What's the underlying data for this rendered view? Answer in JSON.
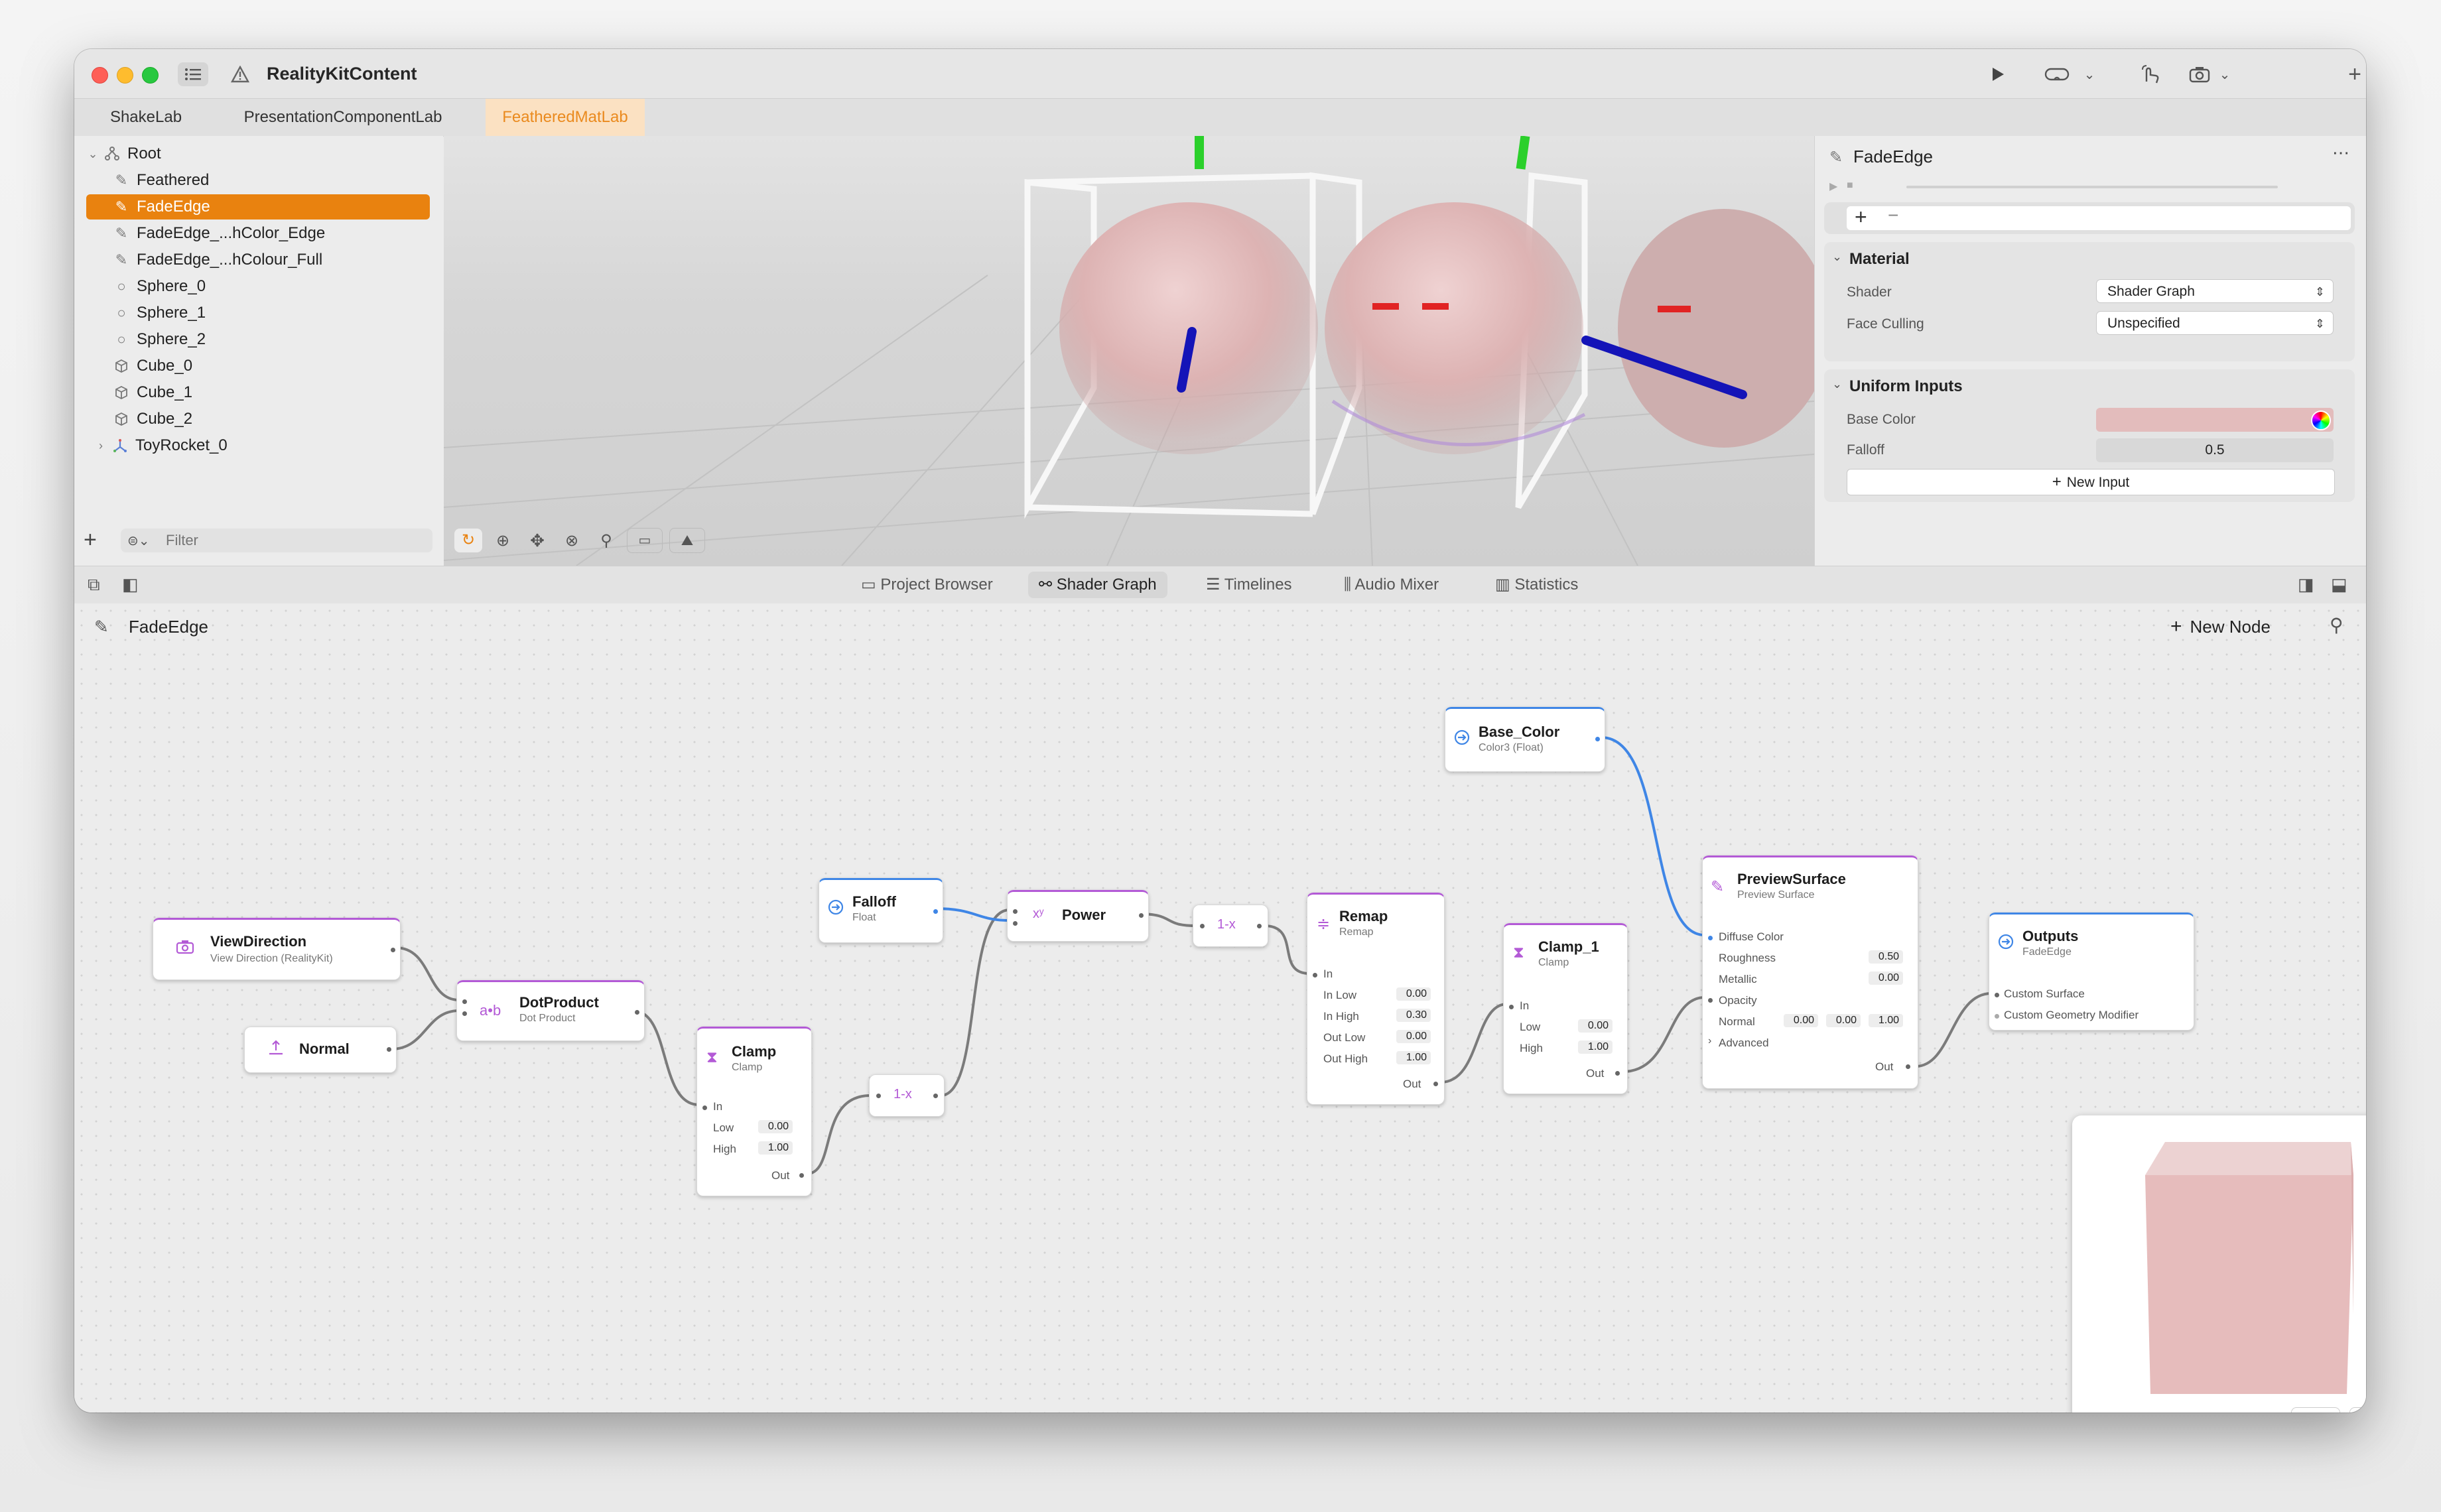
{
  "window": {
    "title": "RealityKitContent",
    "toolbar_icons": [
      "sidebar-list-icon",
      "warning-triangle-icon",
      "play-icon",
      "headset-icon",
      "chevron-down-icon",
      "gesture-icon",
      "camera-icon",
      "chevron-down-icon",
      "plus-icon",
      "inspector-toggle-icon"
    ]
  },
  "tabs": [
    {
      "label": "ShakeLab",
      "active": false
    },
    {
      "label": "PresentationComponentLab",
      "active": false
    },
    {
      "label": "FeatheredMatLab",
      "active": true
    }
  ],
  "hierarchy": {
    "items": [
      {
        "label": "Root",
        "icon": "group-icon",
        "indent": 0,
        "disclosure": "expanded"
      },
      {
        "label": "Feathered",
        "icon": "brush-icon",
        "indent": 1
      },
      {
        "label": "FadeEdge",
        "icon": "brush-icon",
        "indent": 1,
        "selected": true
      },
      {
        "label": "FadeEdge_...hColor_Edge",
        "icon": "brush-icon",
        "indent": 1
      },
      {
        "label": "FadeEdge_...hColour_Full",
        "icon": "brush-icon",
        "indent": 1
      },
      {
        "label": "Sphere_0",
        "icon": "sphere-icon",
        "indent": 1
      },
      {
        "label": "Sphere_1",
        "icon": "sphere-icon",
        "indent": 1
      },
      {
        "label": "Sphere_2",
        "icon": "sphere-icon",
        "indent": 1
      },
      {
        "label": "Cube_0",
        "icon": "cube-icon",
        "indent": 1
      },
      {
        "label": "Cube_1",
        "icon": "cube-icon",
        "indent": 1
      },
      {
        "label": "Cube_2",
        "icon": "cube-icon",
        "indent": 1
      },
      {
        "label": "ToyRocket_0",
        "icon": "rocket-icon",
        "indent": 1,
        "disclosure": "collapsed"
      }
    ],
    "filter_placeholder": "Filter"
  },
  "inspector": {
    "title": "FadeEdge",
    "material_header": "Material",
    "shader_label": "Shader",
    "shader_value": "Shader Graph",
    "culling_label": "Face Culling",
    "culling_value": "Unspecified",
    "uniform_header": "Uniform Inputs",
    "base_color_label": "Base Color",
    "base_color_swatch": "#e3bcbc",
    "falloff_label": "Falloff",
    "falloff_value": "0.5",
    "new_input_label": "New Input"
  },
  "bottom_tabs": [
    {
      "label": "Project Browser",
      "icon": "folder-icon",
      "active": false
    },
    {
      "label": "Shader Graph",
      "icon": "graph-icon",
      "active": true
    },
    {
      "label": "Timelines",
      "icon": "timeline-icon",
      "active": false
    },
    {
      "label": "Audio Mixer",
      "icon": "mixer-icon",
      "active": false
    },
    {
      "label": "Statistics",
      "icon": "stats-icon",
      "active": false
    }
  ],
  "graph": {
    "title": "FadeEdge",
    "new_node_label": "New Node",
    "nodes": {
      "view_direction": {
        "title": "ViewDirection",
        "subtitle": "View Direction (RealityKit)"
      },
      "normal": {
        "title": "Normal"
      },
      "dot_product": {
        "title": "DotProduct",
        "subtitle": "Dot Product",
        "icon_text": "a•b"
      },
      "clamp": {
        "title": "Clamp",
        "subtitle": "Clamp",
        "in": "In",
        "low": "Low",
        "low_val": "0.00",
        "high": "High",
        "high_val": "1.00",
        "out": "Out"
      },
      "one_minus_a": {
        "title": "1-x"
      },
      "falloff": {
        "title": "Falloff",
        "subtitle": "Float"
      },
      "power": {
        "title": "Power"
      },
      "one_minus_b": {
        "title": "1-x"
      },
      "remap": {
        "title": "Remap",
        "subtitle": "Remap",
        "in": "In",
        "in_low": "In Low",
        "in_low_val": "0.00",
        "in_high": "In High",
        "in_high_val": "0.30",
        "out_low": "Out Low",
        "out_low_val": "0.00",
        "out_high": "Out High",
        "out_high_val": "1.00",
        "out": "Out"
      },
      "clamp_1": {
        "title": "Clamp_1",
        "subtitle": "Clamp",
        "in": "In",
        "low": "Low",
        "low_val": "0.00",
        "high": "High",
        "high_val": "1.00",
        "out": "Out"
      },
      "base_color": {
        "title": "Base_Color",
        "subtitle": "Color3 (Float)"
      },
      "preview_surface": {
        "title": "PreviewSurface",
        "subtitle": "Preview Surface",
        "diffuse": "Diffuse Color",
        "roughness": "Roughness",
        "roughness_val": "0.50",
        "metallic": "Metallic",
        "metallic_val": "0.00",
        "opacity": "Opacity",
        "normal": "Normal",
        "normal_x": "0.00",
        "normal_y": "0.00",
        "normal_z": "1.00",
        "advanced": "Advanced",
        "out": "Out"
      },
      "outputs": {
        "title": "Outputs",
        "subtitle": "FadeEdge",
        "custom_surface": "Custom Surface",
        "custom_geometry": "Custom Geometry Modifier"
      }
    }
  },
  "colors": {
    "selection": "#e9820f",
    "node_purple": "#b35ad6",
    "node_blue": "#3f86e6",
    "material_pink": "#e6bcbc"
  }
}
